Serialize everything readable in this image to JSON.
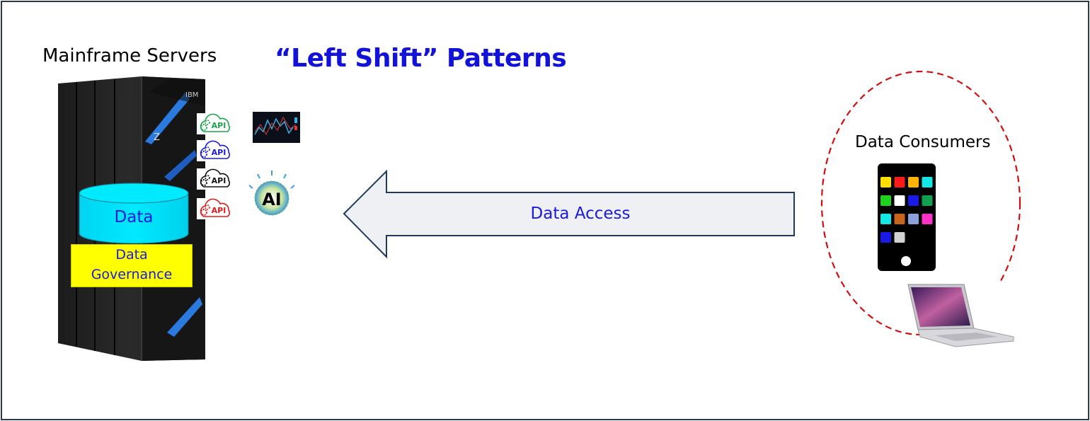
{
  "title": "“Left Shift” Patterns",
  "servers": {
    "label": "Mainframe Servers",
    "brand": "IBM",
    "model_letter": "Z"
  },
  "data_store": {
    "label": "Data",
    "governance_label_line1": "Data",
    "governance_label_line2": "Governance"
  },
  "api_icons": [
    {
      "text": "API",
      "color": "#1aa64a"
    },
    {
      "text": "API",
      "color": "#1a1ae0"
    },
    {
      "text": "API",
      "color": "#111111"
    },
    {
      "text": "API",
      "color": "#e01a1a"
    }
  ],
  "ai_icon": {
    "text": "AI"
  },
  "arrow": {
    "label": "Data Access"
  },
  "consumers": {
    "label": "Data Consumers"
  },
  "colors": {
    "title": "#1212d8",
    "cylinder": "#00e5ff",
    "governance": "#ffff00",
    "arrow_fill": "#eef0f3",
    "arrow_stroke": "#1f3a5a",
    "dashed_circle": "#d01010"
  },
  "phone_apps": [
    "#ffe000",
    "#ff1a1a",
    "#ffb400",
    "#14e6e6",
    "#1ed21e",
    "#ffffff",
    "#1a1ae6",
    "#10a050",
    "#14e6e6",
    "#c8641e",
    "#8ca0dc",
    "#ff32c8",
    "#1a1ae6",
    "#d2d2d2"
  ]
}
